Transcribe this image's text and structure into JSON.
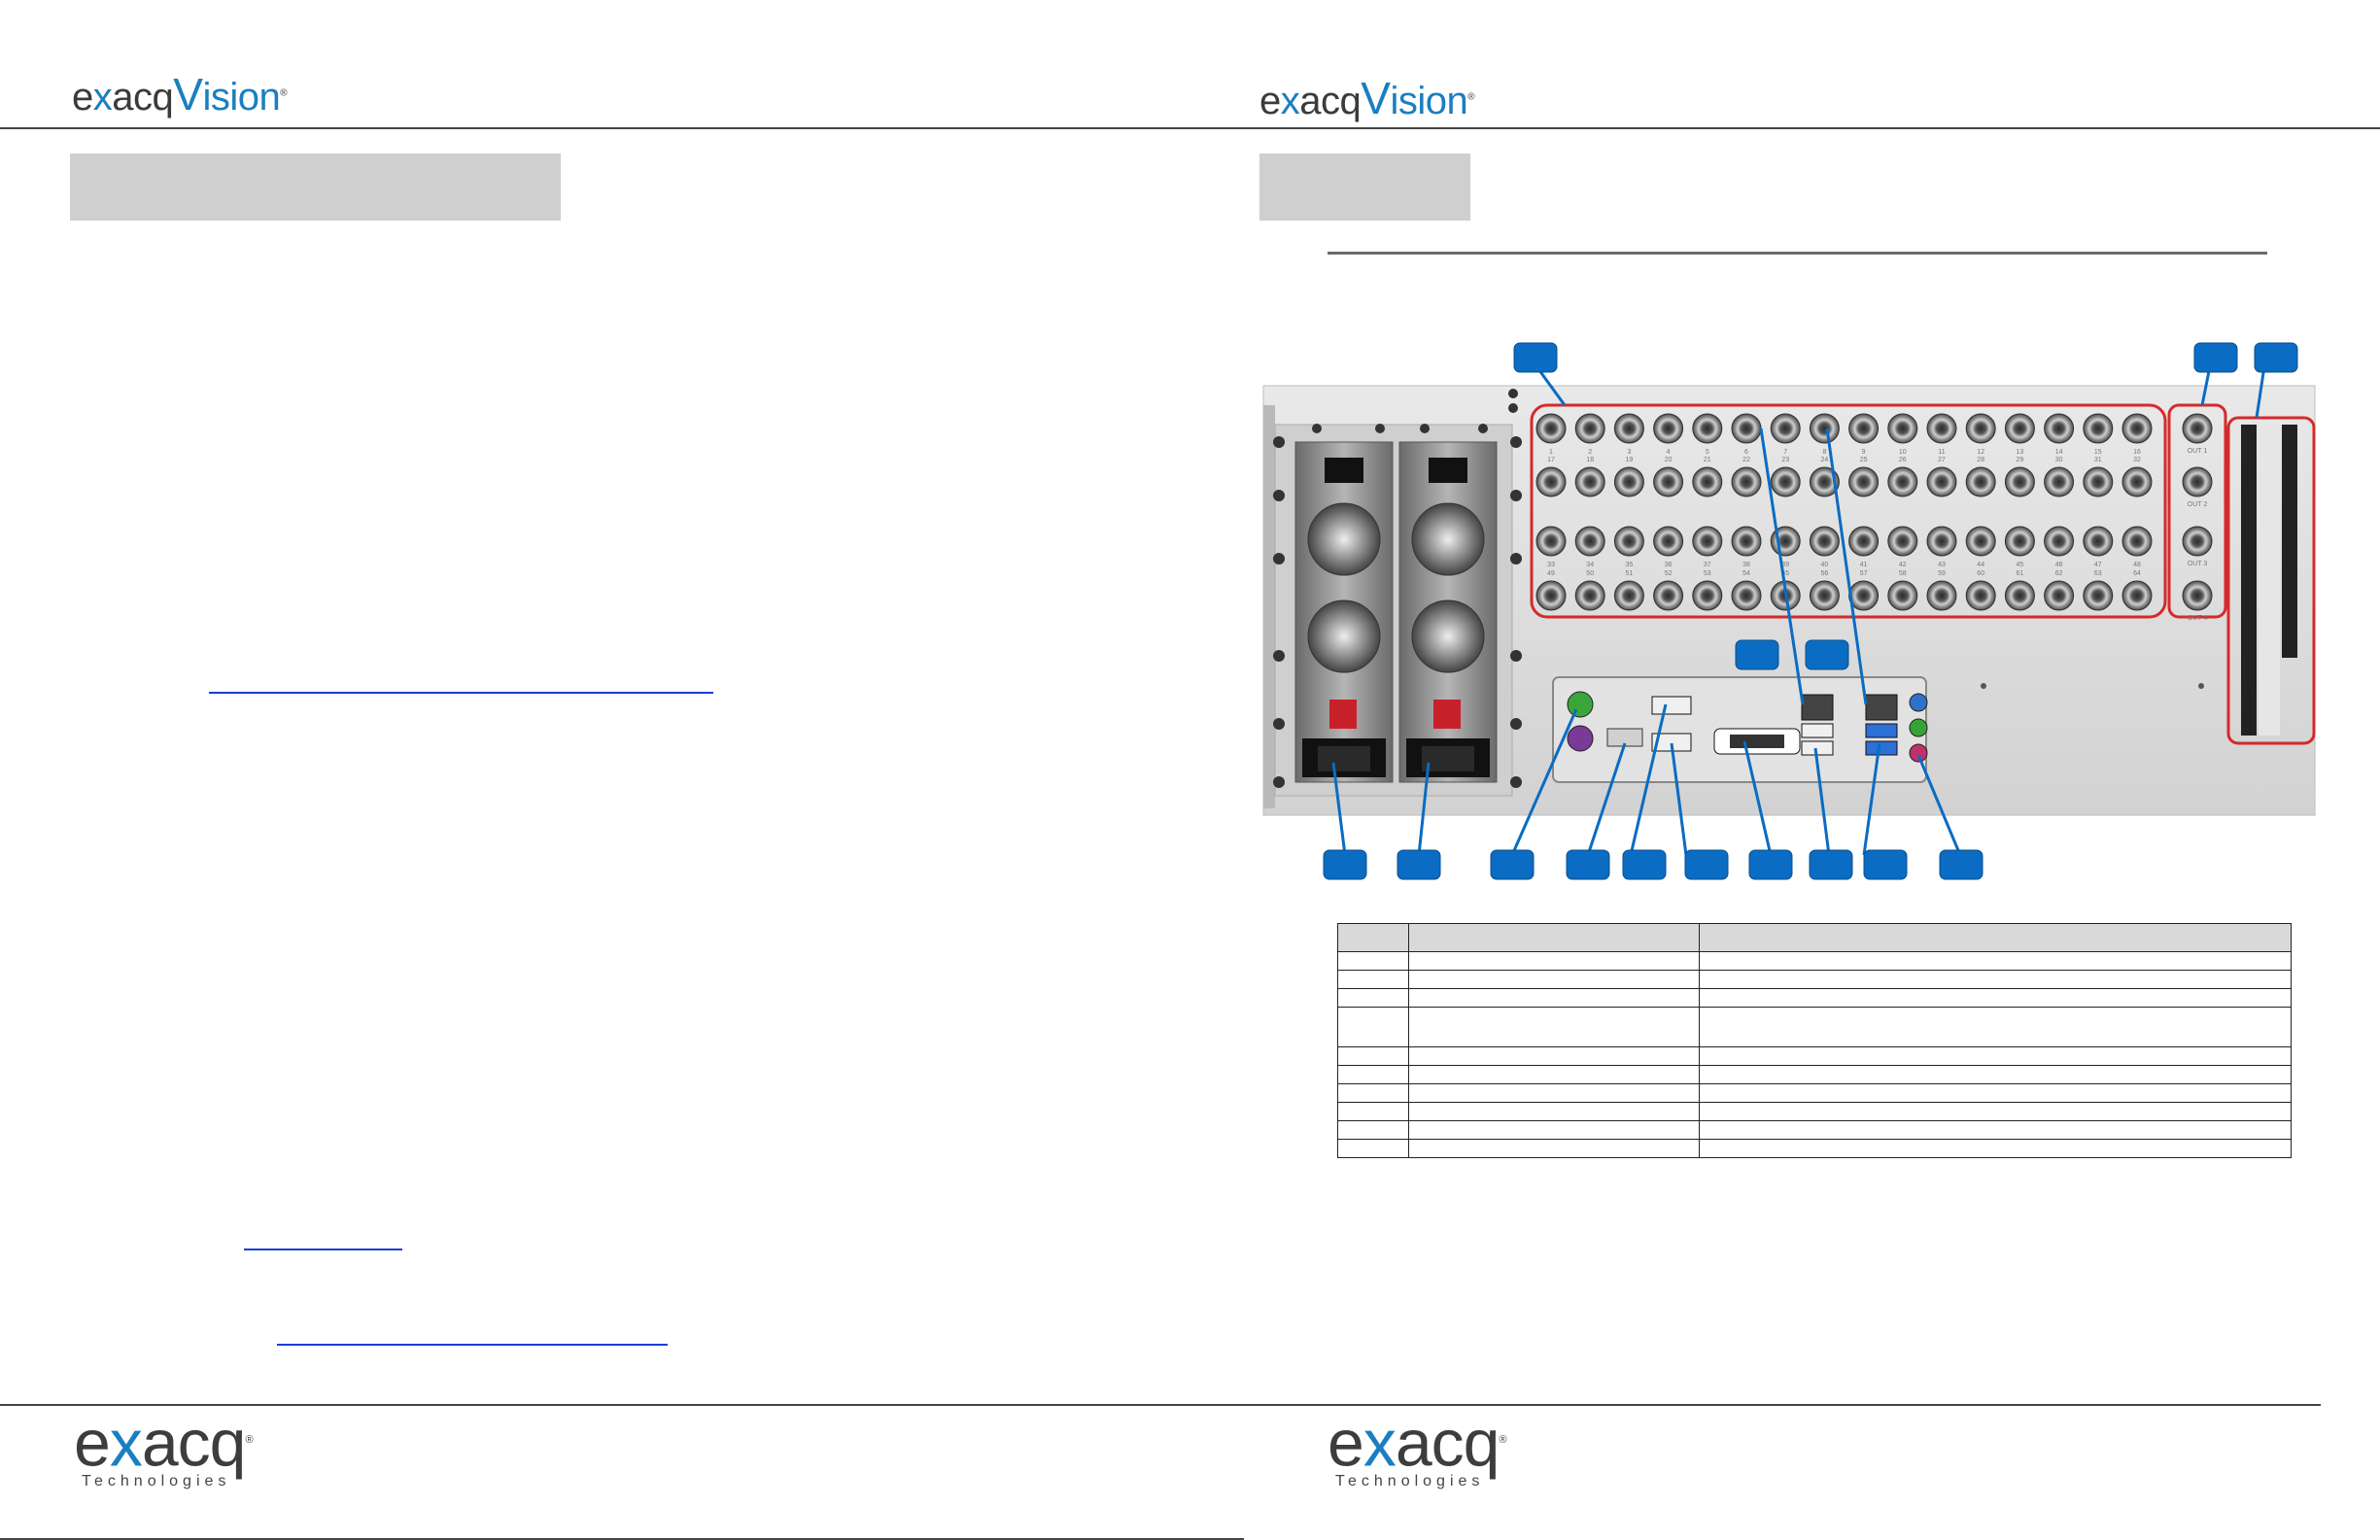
{
  "left_page": {
    "header_logo": {
      "prefix": "e",
      "x": "x",
      "mid": "acq",
      "v": "V",
      "rest": "ision",
      "tm": "®"
    },
    "footer_logo": {
      "e": "e",
      "x": "x",
      "rest": "acq",
      "tm": "®",
      "sub": "Technologies"
    }
  },
  "right_page": {
    "header_logo": {
      "prefix": "e",
      "x": "x",
      "mid": "acq",
      "v": "V",
      "rest": "ision",
      "tm": "®"
    },
    "footer_logo": {
      "e": "e",
      "x": "x",
      "rest": "acq",
      "tm": "®",
      "sub": "Technologies"
    },
    "diagram": {
      "bnc_top_labels": [
        "1",
        "2",
        "3",
        "4",
        "5",
        "6",
        "7",
        "8",
        "9",
        "10",
        "11",
        "12",
        "13",
        "14",
        "15",
        "16"
      ],
      "bnc_row2_labels": [
        "17",
        "18",
        "19",
        "20",
        "21",
        "22",
        "23",
        "24",
        "25",
        "26",
        "27",
        "28",
        "29",
        "30",
        "31",
        "32"
      ],
      "bnc_row3_labels": [
        "33",
        "34",
        "35",
        "36",
        "37",
        "38",
        "39",
        "40",
        "41",
        "42",
        "43",
        "44",
        "45",
        "46",
        "47",
        "48"
      ],
      "bnc_row4_labels": [
        "49",
        "50",
        "51",
        "52",
        "53",
        "54",
        "55",
        "56",
        "57",
        "58",
        "59",
        "60",
        "61",
        "62",
        "63",
        "64"
      ],
      "out_labels": [
        "OUT 1",
        "OUT 2",
        "OUT 3",
        "OUT 4"
      ]
    }
  },
  "colors": {
    "callout_blue": "#0a6cc2",
    "highlight_red": "#d62a2a",
    "logo_blue": "#1a7fc1"
  }
}
